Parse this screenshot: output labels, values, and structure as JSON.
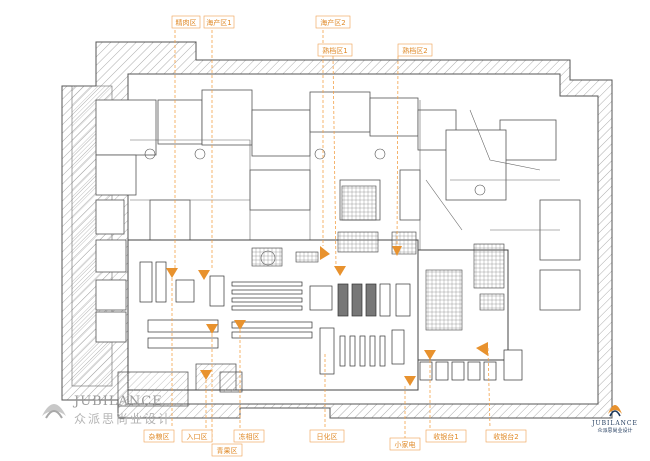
{
  "zones": {
    "a": "精肉区",
    "b": "海产区1",
    "c": "海产区2",
    "d": "熟档区1",
    "e": "熟档区2",
    "f": "杂粮区",
    "g": "入口区",
    "h": "青果区",
    "i": "冻相区",
    "j": "日化区",
    "k": "小家电",
    "l": "收银台1",
    "m": "收银台2"
  },
  "watermark": {
    "en": "JUBILANCE",
    "cn": "众派思尚业设计"
  },
  "brand": {
    "en": "JUBILANCE",
    "cn": "众派思尚业设计"
  },
  "colors": {
    "accent": "#e8922e",
    "leader": "#f3a24a",
    "line": "#555555",
    "brand": "#1a3558"
  }
}
